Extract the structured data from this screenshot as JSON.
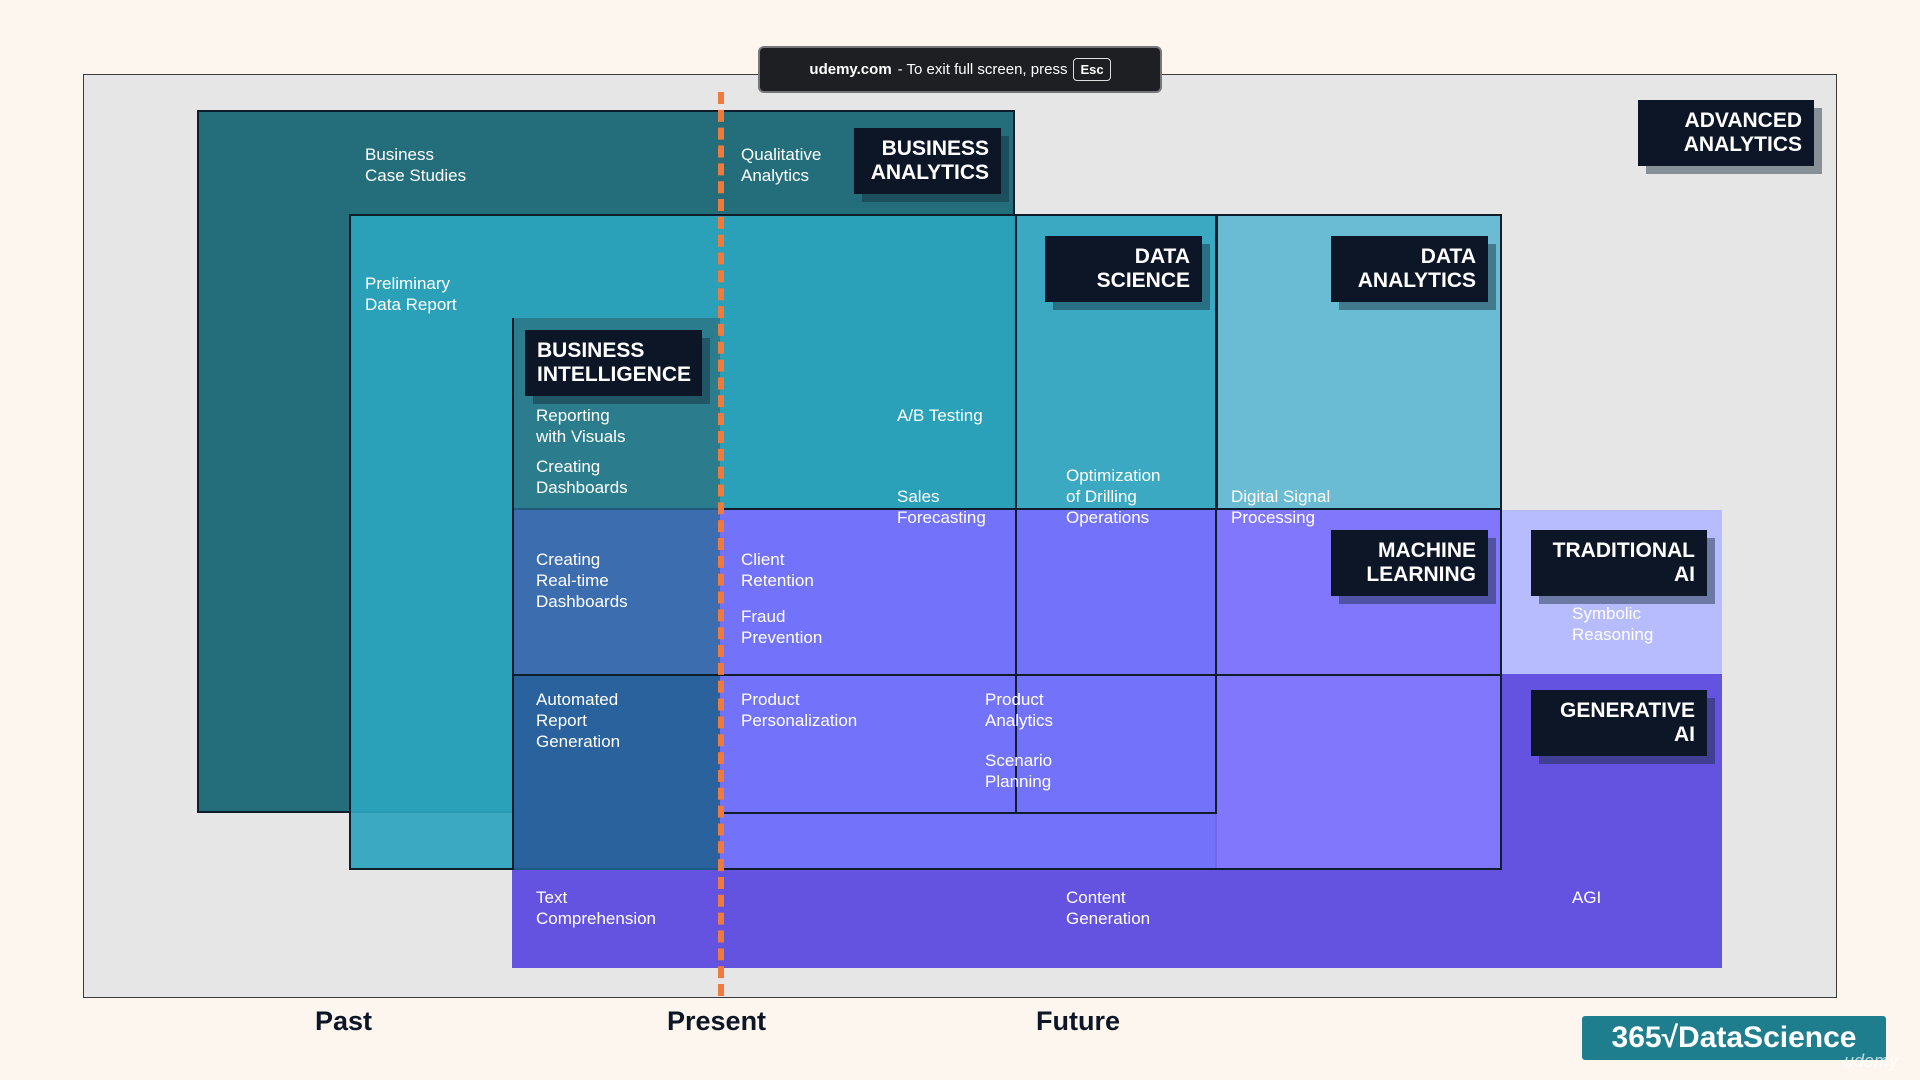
{
  "toast": {
    "site": "udemy.com",
    "message": "- To exit full screen, press",
    "key": "Esc"
  },
  "labels": {
    "advanced_analytics": "ADVANCED\nANALYTICS",
    "business_analytics": "BUSINESS\nANALYTICS",
    "data_science": "DATA\nSCIENCE",
    "data_analytics": "DATA\nANALYTICS",
    "business_intelligence": "BUSINESS\nINTELLIGENCE",
    "machine_learning": "MACHINE\nLEARNING",
    "traditional_ai": "TRADITIONAL\nAI",
    "generative_ai": "GENERATIVE\nAI"
  },
  "items": {
    "business_case_studies": "Business\nCase Studies",
    "qualitative_analytics": "Qualitative\nAnalytics",
    "preliminary_data_report": "Preliminary\nData Report",
    "reporting_with_visuals": "Reporting\nwith Visuals",
    "creating_dashboards": "Creating\nDashboards",
    "ab_testing": "A/B Testing",
    "sales_forecasting": "Sales\nForecasting",
    "optimization_drilling": "Optimization\nof Drilling\nOperations",
    "digital_signal": "Digital Signal\nProcessing",
    "realtime_dashboards": "Creating\nReal-time\nDashboards",
    "client_retention": "Client\nRetention",
    "fraud_prevention": "Fraud\nPrevention",
    "symbolic_reasoning": "Symbolic\nReasoning",
    "automated_report": "Automated\nReport\nGeneration",
    "product_personalization": "Product\nPersonalization",
    "product_analytics": "Product\nAnalytics",
    "scenario_planning": "Scenario\nPlanning",
    "text_comprehension": "Text\nComprehension",
    "content_generation": "Content\nGeneration",
    "agi": "AGI"
  },
  "axis": {
    "past": "Past",
    "present": "Present",
    "future": "Future"
  },
  "branding": {
    "logo": "365√DataScience",
    "watermark": "udemy"
  },
  "colors": {
    "present_line": "#f07a3c",
    "label_bg": "#0c1626",
    "machine_learning": "#786eff",
    "generative_ai": "#6452e0"
  }
}
